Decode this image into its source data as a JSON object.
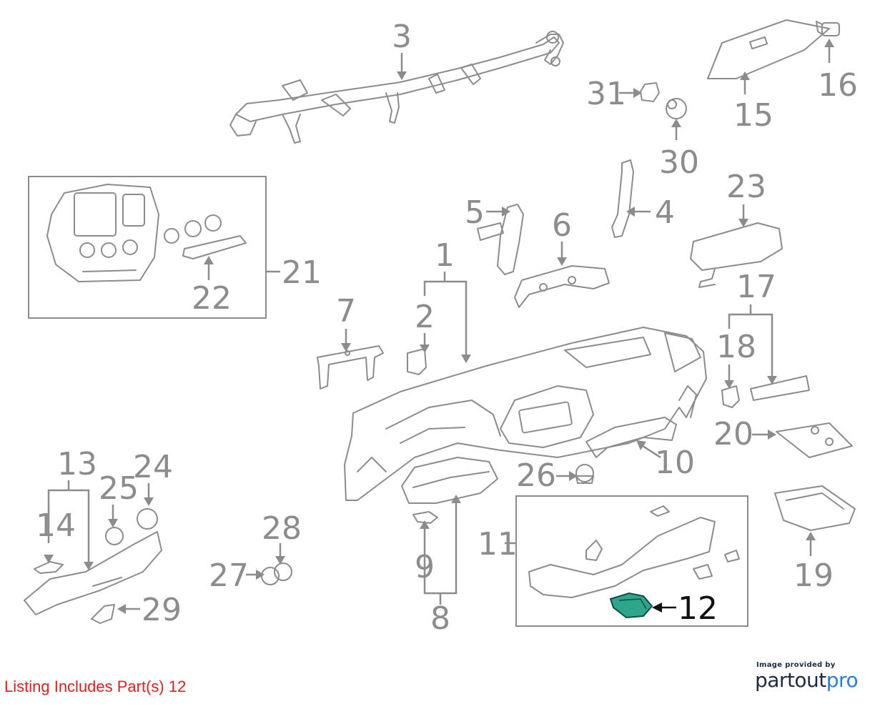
{
  "diagram": {
    "callouts": [
      "1",
      "2",
      "3",
      "4",
      "5",
      "6",
      "7",
      "8",
      "9",
      "10",
      "11",
      "12",
      "13",
      "14",
      "15",
      "16",
      "17",
      "18",
      "19",
      "20",
      "21",
      "22",
      "23",
      "24",
      "25",
      "26",
      "27",
      "28",
      "29",
      "30",
      "31"
    ],
    "highlighted_part": "12",
    "highlight_color": "#2fa58c"
  },
  "footer": {
    "listing_note": "Listing Includes Part(s)  12",
    "credit_caption": "Image provided by",
    "credit_logo_main": "partout",
    "credit_logo_accent": "pro"
  }
}
